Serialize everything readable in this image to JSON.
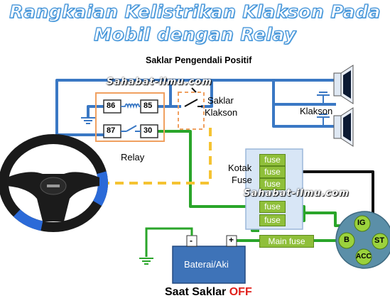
{
  "title_line1": "Rangkaian Kelistrikan Klakson Pada",
  "title_line2": "Mobil dengan Relay",
  "subtitle": "Saklar Pengendali Positif",
  "watermark": "Sahabat-ilmu.com",
  "relay": {
    "label": "Relay",
    "terminals": [
      "86",
      "85",
      "87",
      "30"
    ]
  },
  "switch_label": [
    "Saklar",
    "Klakson"
  ],
  "horn_label": "Klakson",
  "fuse_box_label": [
    "Kotak",
    "Fuse"
  ],
  "fuse_label": "fuse",
  "main_fuse_label": "Main fuse",
  "battery": {
    "label": "Baterai/Aki",
    "neg": "-",
    "pos": "+"
  },
  "ignition": {
    "terminals": [
      "IG",
      "ST",
      "B",
      "ACC"
    ]
  },
  "status": {
    "prefix": "Saat Saklar",
    "state": "OFF"
  },
  "colors": {
    "blue_wire": "#3a78c4",
    "green_wire": "#2aa52a",
    "black_wire": "#111111",
    "yellow_dash": "#f5c332",
    "orange_box": "#f0a060",
    "fuse_green": "#8fbf3a",
    "battery_blue": "#3e73b8",
    "off_red": "#e0201b"
  }
}
